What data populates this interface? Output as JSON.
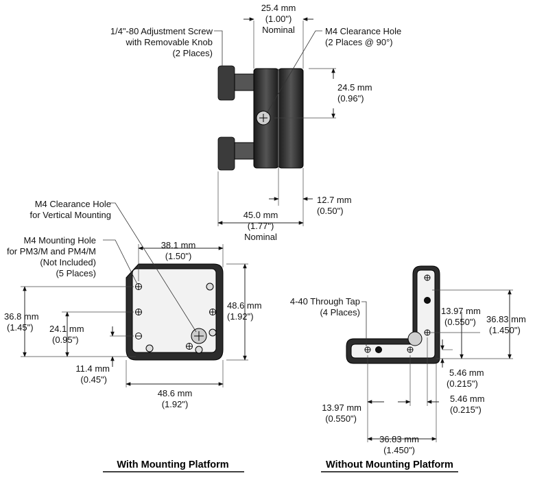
{
  "side_view": {
    "width_top": [
      "25.4 mm",
      "(1.00\")",
      "Nominal"
    ],
    "screw_label": [
      "1/4\"-80 Adjustment Screw",
      "with Removable Knob",
      "(2 Places)"
    ],
    "m4_label": [
      "M4 Clearance Hole",
      "(2 Places @ 90°)"
    ],
    "height_right": [
      "24.5 mm",
      "(0.96\")"
    ],
    "right_offset": [
      "12.7 mm",
      "(0.50\")"
    ],
    "width_bottom": [
      "45.0 mm",
      "(1.77\")",
      "Nominal"
    ]
  },
  "with_platform": {
    "m4_vertical_label": [
      "M4 Clearance Hole",
      "for Vertical Mounting"
    ],
    "m4_mounting_label": [
      "M4 Mounting Hole",
      "for PM3/M and PM4/M",
      "(Not Included)",
      "(5 Places)"
    ],
    "top_dim": [
      "38.1 mm",
      "(1.50\")"
    ],
    "right_dim": [
      "48.6 mm",
      "(1.92\")"
    ],
    "left_dim": [
      "36.8 mm",
      "(1.45\")"
    ],
    "inner_dim": [
      "24.1 mm",
      "(0.95\")"
    ],
    "small_dim": [
      "11.4 mm",
      "(0.45\")"
    ],
    "bottom_dim": [
      "48.6 mm",
      "(1.92\")"
    ],
    "caption": "With Mounting Platform"
  },
  "without_platform": {
    "tap_label": [
      "4-40 Through Tap",
      "(4 Places)"
    ],
    "inner_vertical": [
      "13.97 mm",
      "(0.550\")"
    ],
    "right_vertical": [
      "36.83 mm",
      "(1.450\")"
    ],
    "small_vertical": [
      "5.46 mm",
      "(0.215\")"
    ],
    "small_horizontal": [
      "5.46 mm",
      "(0.215\")"
    ],
    "inner_horizontal": [
      "13.97 mm",
      "(0.550\")"
    ],
    "bottom_horizontal": [
      "36.83 mm",
      "(1.450\")"
    ],
    "caption": "Without Mounting Platform"
  }
}
